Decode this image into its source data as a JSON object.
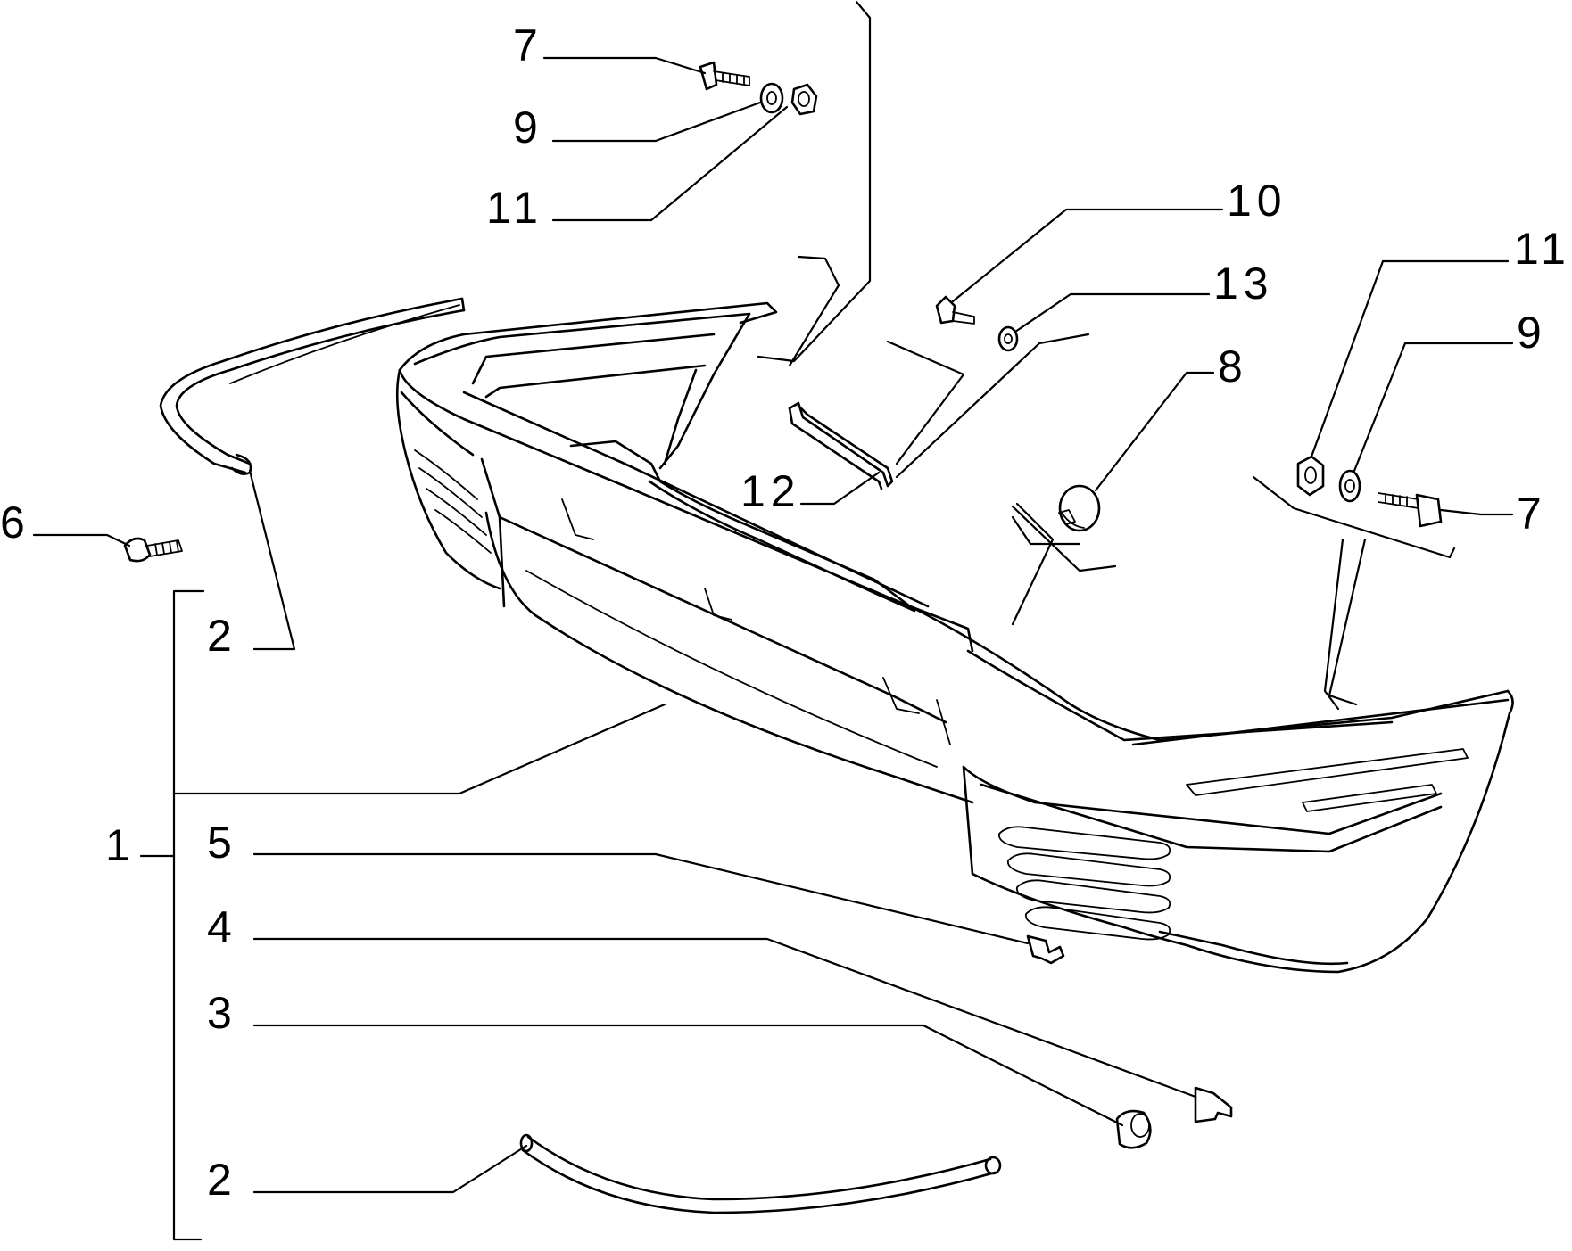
{
  "callouts": {
    "c1": "1",
    "c2_top": "2",
    "c2_bottom": "2",
    "c3": "3",
    "c4": "4",
    "c5": "5",
    "c6": "6",
    "c7_top": "7",
    "c7_right": "7",
    "c8": "8",
    "c9_top": "9",
    "c9_right": "9",
    "c10": "10",
    "c11_top": "11",
    "c11_right": "11",
    "c12": "12",
    "c13": "13"
  }
}
